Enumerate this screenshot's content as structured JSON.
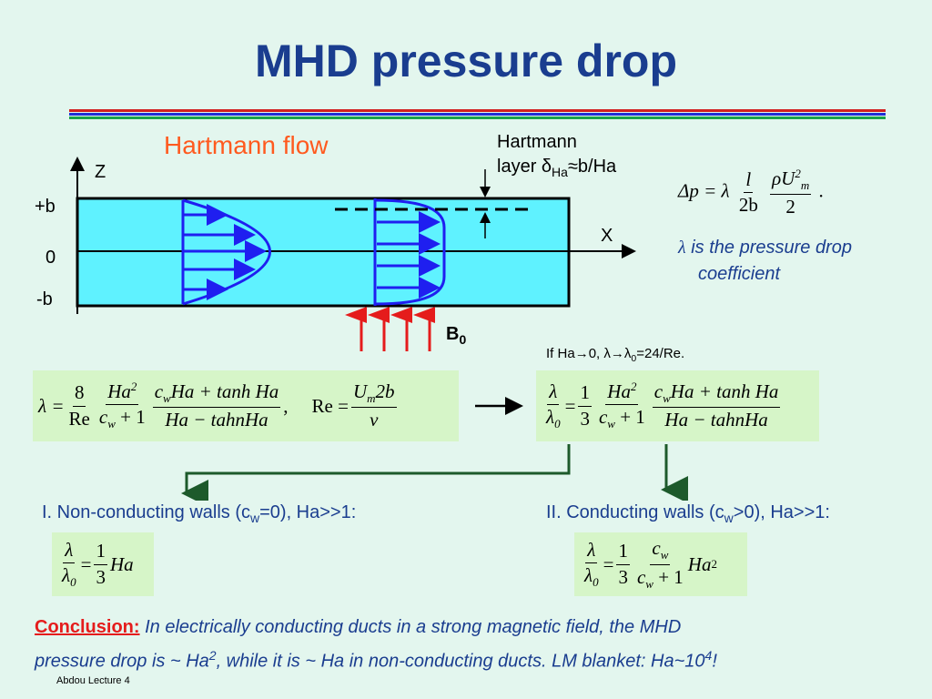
{
  "title": "MHD pressure drop",
  "colors": {
    "title": "#1a3d8f",
    "orange": "#ff5a1f",
    "channel": "#5ff2ff",
    "arrow_blue": "#1f1ff0",
    "arrow_red": "#e51c1c",
    "eq_bg": "#d6f5c8",
    "bg": "#e3f6ee"
  },
  "diagram": {
    "flow_label": "Hartmann flow",
    "hartmann_layer_1": "Hartmann",
    "hartmann_layer_2_pre": "layer ",
    "delta": "δ",
    "delta_sub": "Ha",
    "approx": "≈b/Ha",
    "z_axis": "Z",
    "x_axis": "X",
    "plus_b": "+b",
    "zero": "0",
    "minus_b": "-b",
    "field": "B",
    "field_sub": "0"
  },
  "pressure_eq": {
    "lhs": "Δp = λ",
    "f1_num": "l",
    "f1_den": "2b",
    "f2_num": "ρU",
    "f2_num_sup": "2",
    "f2_num_sub": "m",
    "f2_den": "2",
    "tail": "."
  },
  "lambda_note": {
    "symbol": "λ",
    "line1": " is the pressure drop",
    "line2": "coefficient"
  },
  "limit_note": {
    "pre": "If Ha",
    "arrow1": "→",
    "mid": "0, λ",
    "arrow2": "→",
    "post_l": "λ",
    "post_sub": "0",
    "post": "=24/Re."
  },
  "eq_left": {
    "lhs": "λ =",
    "f1_num": "8",
    "f1_den": "Re",
    "f2_num": "Ha",
    "f2_num_sup": "2",
    "f2_den_c": "c",
    "f2_den_sub": "w",
    "f2_den_rest": " + 1",
    "f3_num_c": "c",
    "f3_num_sub": "w",
    "f3_num_rest": "Ha + tanh Ha",
    "f3_den": "Ha − tahnHa",
    "comma": ",",
    "re_lhs": "Re =",
    "re_num_u": "U",
    "re_num_sub": "m",
    "re_num_rest": "2b",
    "re_den": "ν"
  },
  "eq_right": {
    "lhs_num": "λ",
    "lhs_den": "λ",
    "lhs_den_sub": "0",
    "eqs": "=",
    "f1_num": "1",
    "f1_den": "3",
    "f2_num": "Ha",
    "f2_num_sup": "2",
    "f2_den_c": "c",
    "f2_den_sub": "w",
    "f2_den_rest": " + 1",
    "f3_num_c": "c",
    "f3_num_sub": "w",
    "f3_num_rest": "Ha + tanh Ha",
    "f3_den": "Ha − tahnHa"
  },
  "case1": {
    "label_pre": "I. Non-conducting walls (c",
    "label_sub": "w",
    "label_post": "=0), Ha>>1:",
    "num": "λ",
    "den": "λ",
    "den_sub": "0",
    "eqs": "=",
    "f_num": "1",
    "f_den": "3",
    "tail": "Ha"
  },
  "case2": {
    "label_pre": "II. Conducting walls (c",
    "label_sub": "w",
    "label_post": ">0), Ha>>1:",
    "num": "λ",
    "den": "λ",
    "den_sub": "0",
    "eqs": "=",
    "f1_num": "1",
    "f1_den": "3",
    "f2_num_c": "c",
    "f2_num_sub": "w",
    "f2_den_c": "c",
    "f2_den_sub": "w",
    "f2_den_rest": " + 1",
    "tail": "Ha",
    "tail_sup": "2"
  },
  "conclusion": {
    "label": "Conclusion:",
    "text1": " In electrically conducting ducts in a strong magnetic field, the MHD",
    "text2_pre": "pressure drop is ~ Ha",
    "text2_sup": "2",
    "text2_mid": ", while it is ~ Ha in non-conducting ducts. LM blanket: Ha~10",
    "text2_sup2": "4",
    "text2_end": "!"
  },
  "footer": "Abdou Lecture 4"
}
